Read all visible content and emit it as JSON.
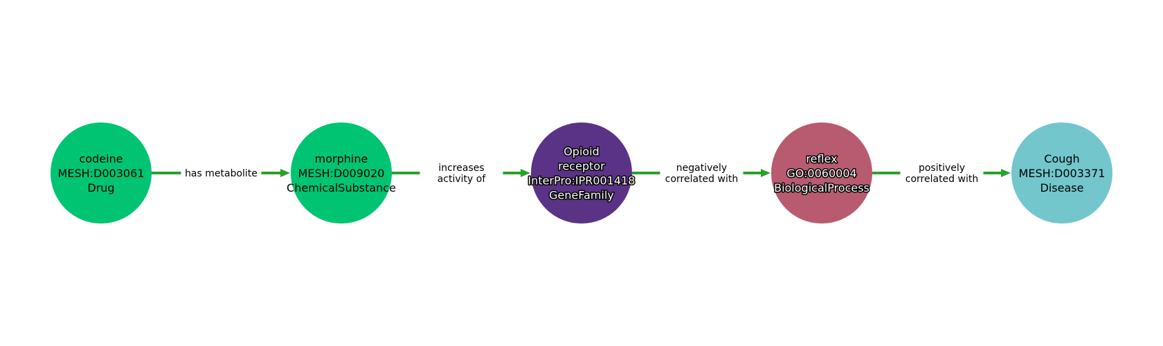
{
  "colors": {
    "edge": "#2ca02c"
  },
  "nodes": [
    {
      "lines": [
        "codeine",
        "MESH:D003061",
        "Drug"
      ],
      "color": "#00c471",
      "text_style": "dark"
    },
    {
      "lines": [
        "morphine",
        "MESH:D009020",
        "ChemicalSubstance"
      ],
      "color": "#00c471",
      "text_style": "dark"
    },
    {
      "lines": [
        "Opioid",
        "receptor",
        "InterPro:IPR001418",
        "GeneFamily"
      ],
      "color": "#5a3286",
      "text_style": "light"
    },
    {
      "lines": [
        "reflex",
        "GO:0060004",
        "BiologicalProcess"
      ],
      "color": "#b85b70",
      "text_style": "light"
    },
    {
      "lines": [
        "Cough",
        "MESH:D003371",
        "Disease"
      ],
      "color": "#72c6cc",
      "text_style": "dark"
    }
  ],
  "edges": [
    {
      "from": 0,
      "to": 1,
      "lines": [
        "has metabolite"
      ]
    },
    {
      "from": 1,
      "to": 2,
      "lines": [
        "increases",
        "activity of"
      ]
    },
    {
      "from": 2,
      "to": 3,
      "lines": [
        "negatively",
        "correlated with"
      ]
    },
    {
      "from": 3,
      "to": 4,
      "lines": [
        "positively",
        "correlated with"
      ]
    }
  ]
}
